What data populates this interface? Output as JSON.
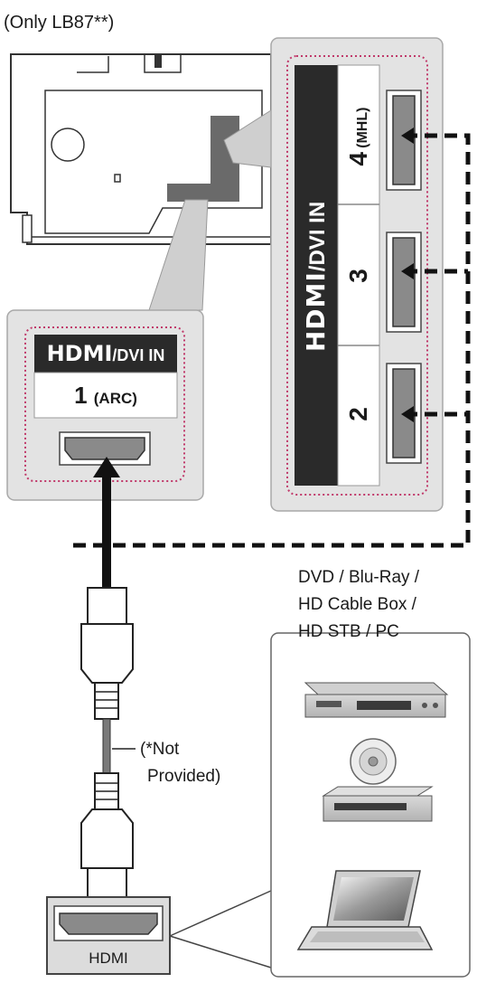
{
  "header": {
    "model_note": "(Only LB87**)"
  },
  "tv_panel": {
    "brand_text": "HDMI",
    "port_group_label": "/DVI IN",
    "ports": [
      {
        "number": "4",
        "suffix": "(MHL)"
      },
      {
        "number": "3",
        "suffix": ""
      },
      {
        "number": "2",
        "suffix": ""
      }
    ]
  },
  "arc_panel": {
    "brand_text": "HDMI",
    "port_group_label": "/DVI IN",
    "port_number": "1",
    "port_suffix": "(ARC)"
  },
  "devices": {
    "caption_lines": [
      "DVD / Blu-Ray /",
      "HD Cable Box /",
      "HD STB / PC"
    ],
    "items": [
      {
        "icon": "dvd-player-icon"
      },
      {
        "icon": "disc-drive-icon"
      },
      {
        "icon": "laptop-icon"
      }
    ]
  },
  "cable": {
    "note_lines": [
      "(*Not",
      "Provided)"
    ],
    "source_port_label": "HDMI"
  },
  "colors": {
    "panel_fill": "#e4e4e4",
    "panel_stroke": "#a8a8a8",
    "dotted_red": "#c0396a",
    "dark_label": "#2a2a2a",
    "port_gray": "#8a8a8a"
  }
}
